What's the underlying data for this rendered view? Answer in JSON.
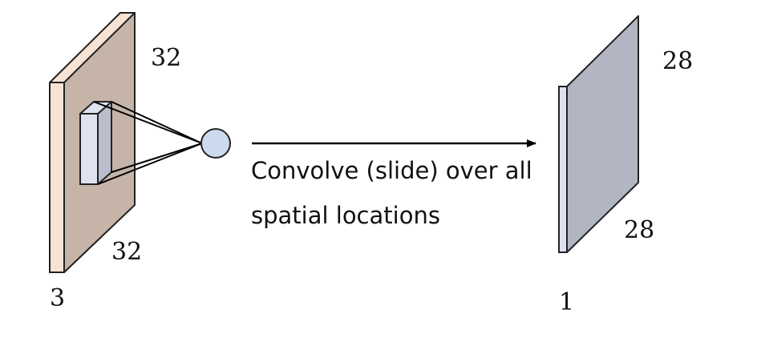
{
  "input_volume": {
    "height_label": "32",
    "width_label": "32",
    "depth_label": "3",
    "front_color": "#f6e3d4",
    "face_color": "#c6b4a8"
  },
  "filter": {
    "front_color": "#e0e3ef",
    "side_color": "#b9bdcc",
    "neuron_color": "#ccdaf0"
  },
  "caption": {
    "line1": "Convolve (slide) over all",
    "line2": "spatial locations"
  },
  "activation_map": {
    "height_label": "28",
    "width_label": "28",
    "depth_label": "1",
    "front_color": "#dde2ee",
    "face_color": "#b2b6c2"
  }
}
